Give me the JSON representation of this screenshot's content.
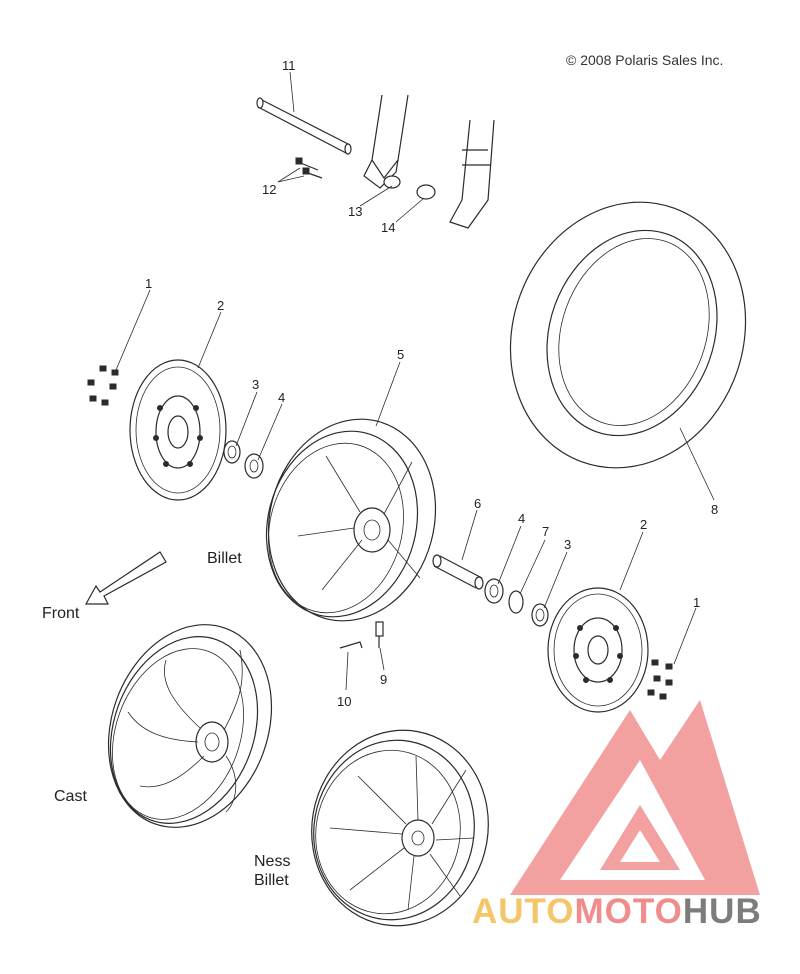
{
  "copyright": "© 2008 Polaris Sales Inc.",
  "callouts": [
    "1",
    "2",
    "3",
    "4",
    "5",
    "6",
    "4",
    "7",
    "3",
    "2",
    "1",
    "8",
    "9",
    "10",
    "11",
    "12",
    "13",
    "14"
  ],
  "labels": {
    "billet": "Billet",
    "front": "Front",
    "cast": "Cast",
    "ness_line1": "Ness",
    "ness_line2": "Billet"
  },
  "watermark": {
    "part1": "AUTO",
    "part2": "MOTO",
    "part3": "HUB",
    "colors": {
      "auto": "#f5c56a",
      "moto": "#f08c8c",
      "hub": "#7c7c7c",
      "logo": "#f28b8b"
    }
  }
}
